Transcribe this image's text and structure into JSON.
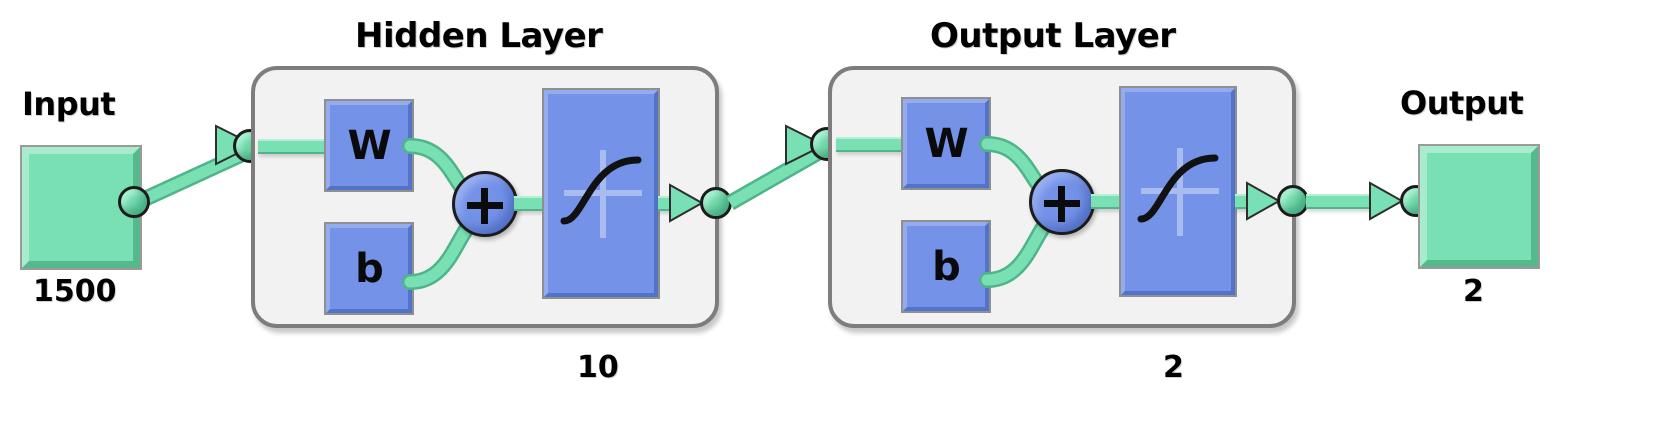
{
  "diagram": {
    "type": "neural-network-architecture",
    "title": "",
    "colors": {
      "green_fill": "#79E0B3",
      "green_dark": "#56B98D",
      "blue_fill": "#7392E8",
      "blue_dark": "#5274C8",
      "layer_bg": "#F2F2F2",
      "layer_border": "#7D7D7D",
      "text": "#000000"
    },
    "input": {
      "label": "Input",
      "size": "1500",
      "icon": "input-cube-icon"
    },
    "output": {
      "label": "Output",
      "size": "2",
      "icon": "output-cube-icon"
    },
    "layers": [
      {
        "title": "Hidden Layer",
        "neuron_count": "10",
        "weight_label": "W",
        "bias_label": "b",
        "sum_label": "+",
        "transfer_function": "tansig-sigmoid-icon"
      },
      {
        "title": "Output Layer",
        "neuron_count": "2",
        "weight_label": "W",
        "bias_label": "b",
        "sum_label": "+",
        "transfer_function": "tansig-sigmoid-icon"
      }
    ]
  }
}
